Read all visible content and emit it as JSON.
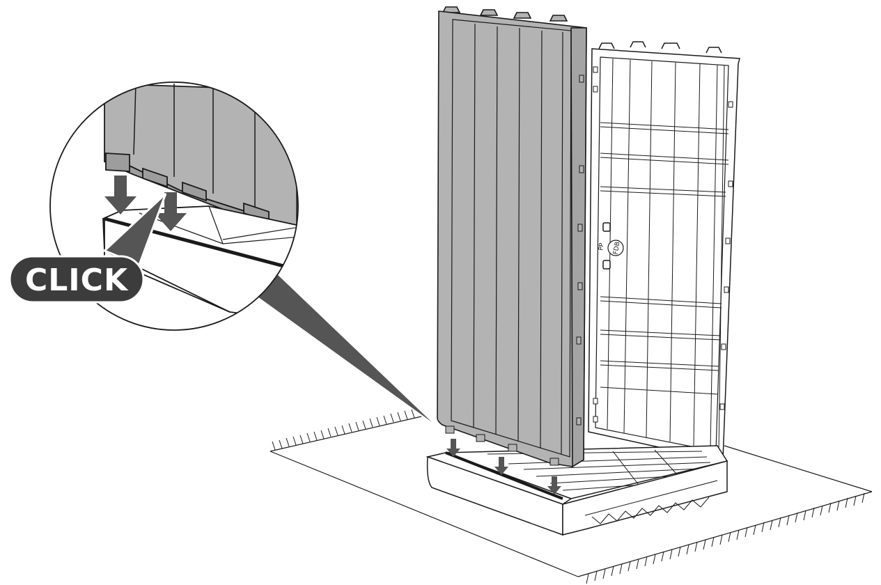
{
  "callout": {
    "label": "CLICK"
  },
  "markings": {
    "logo": "FDB",
    "recycle_mark": "PP"
  },
  "colors": {
    "panel_fill": "#b3b3b3",
    "panel_light": "#d0d0d0",
    "line": "#1a1a1a",
    "badge": "#3c3c3c",
    "arrow": "#555555"
  },
  "icons": [
    "down-arrow-icon",
    "down-arrow-icon",
    "down-arrow-icon",
    "down-arrow-icon",
    "down-arrow-icon"
  ]
}
